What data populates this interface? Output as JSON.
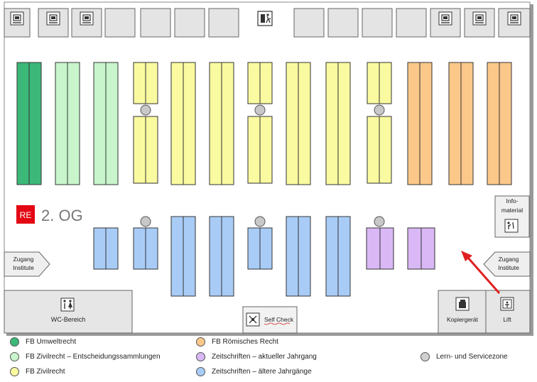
{
  "floor": {
    "badge": "RE",
    "badge_color": "#e30613",
    "label": "2. OG"
  },
  "rooms": {
    "info": [
      "Info-",
      "material"
    ],
    "wc": "WC-Bereich",
    "self_check": "Self Check",
    "copier": "Kopiergerät",
    "lift": "Lift",
    "entrance_left": [
      "Zugang",
      "Institute"
    ],
    "entrance_right": [
      "Zugang",
      "Institute"
    ]
  },
  "icons": {
    "top_row_left": [
      "computer-terminal-icon",
      "computer-terminal-icon",
      "computer-terminal-icon"
    ],
    "top_row_right": [
      "computer-terminal-icon",
      "computer-terminal-icon",
      "computer-terminal-icon"
    ],
    "emergency_exit": "emergency-exit-icon",
    "info": "info-material-icon",
    "wc": "wc-icon",
    "self_check": "self-check-icon",
    "copier": "copier-icon",
    "lift": "lift-icon",
    "arrow": "direction-arrow-icon",
    "arrow_color": "#e02020"
  },
  "legend": [
    {
      "label": "FB Umweltrecht",
      "color": "#3cb878"
    },
    {
      "label": "FB Zivilrecht – Entscheidungssammlungen",
      "color": "#c8f5cc"
    },
    {
      "label": "FB Zivilrecht",
      "color": "#fafaa0"
    },
    {
      "label": "FB Römisches Recht",
      "color": "#fbc88a"
    },
    {
      "label": "Zeitschriften – aktueller Jahrgang",
      "color": "#d9b8f5"
    },
    {
      "label": "Zeitschriften – ältere Jahrgänge",
      "color": "#a9ccf7"
    },
    {
      "label": "Lern- und Servicezone",
      "color": "#d0d0d0"
    }
  ],
  "shelves": [
    {
      "category": "FB Umweltrecht"
    },
    {
      "category": "FB Zivilrecht – Entscheidungssammlungen"
    },
    {
      "category": "FB Zivilrecht – Entscheidungssammlungen"
    },
    {
      "category": "FB Zivilrecht"
    },
    {
      "category": "FB Zivilrecht"
    },
    {
      "category": "FB Zivilrecht"
    },
    {
      "category": "FB Zivilrecht"
    },
    {
      "category": "FB Zivilrecht"
    },
    {
      "category": "FB Zivilrecht"
    },
    {
      "category": "FB Zivilrecht"
    },
    {
      "category": "FB Zivilrecht"
    },
    {
      "category": "FB Zivilrecht"
    },
    {
      "category": "FB Zivilrecht"
    },
    {
      "category": "FB Zivilrecht"
    },
    {
      "category": "FB Römisches Recht"
    },
    {
      "category": "FB Römisches Recht"
    },
    {
      "category": "FB Römisches Recht"
    },
    {
      "category": "Zeitschriften – ältere Jahrgänge"
    },
    {
      "category": "Zeitschriften – ältere Jahrgänge"
    },
    {
      "category": "Zeitschriften – ältere Jahrgänge"
    },
    {
      "category": "Zeitschriften – ältere Jahrgänge"
    },
    {
      "category": "Zeitschriften – ältere Jahrgänge"
    },
    {
      "category": "Zeitschriften – ältere Jahrgänge"
    },
    {
      "category": "Zeitschriften – ältere Jahrgänge"
    },
    {
      "category": "Zeitschriften – aktueller Jahrgang"
    },
    {
      "category": "Zeitschriften – aktueller Jahrgang"
    }
  ]
}
